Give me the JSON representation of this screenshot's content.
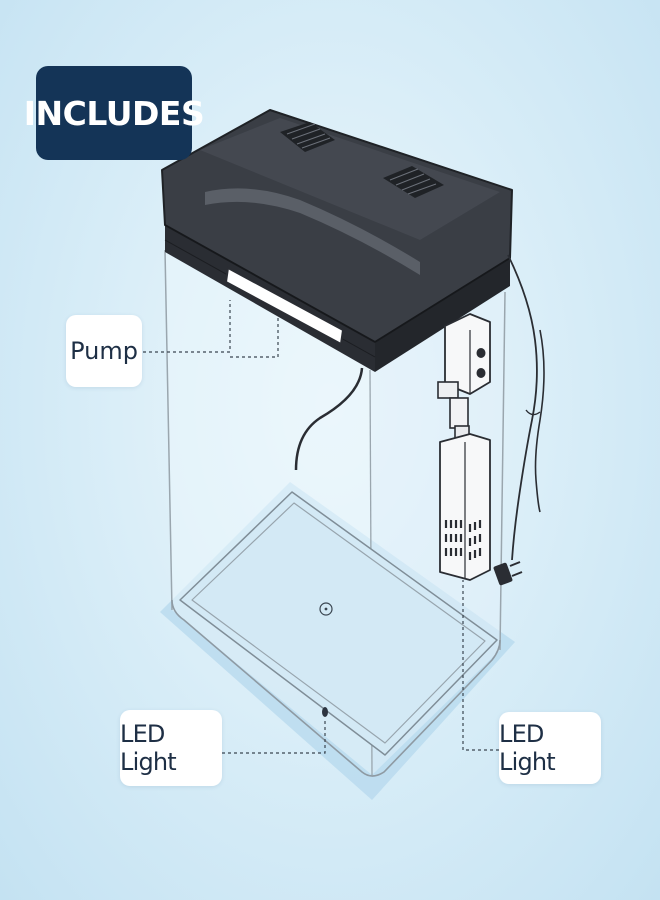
{
  "badge": {
    "label": "INCLUDES"
  },
  "callouts": {
    "pump": "Pump",
    "led_left": "LED Light",
    "led_right": "LED Light"
  },
  "colors": {
    "badge_bg": "#143457",
    "lid": "#33373d",
    "background": "#d6ecf7"
  },
  "icons": [
    "vent-grille-icon",
    "power-plug-icon",
    "air-pump-icon"
  ]
}
